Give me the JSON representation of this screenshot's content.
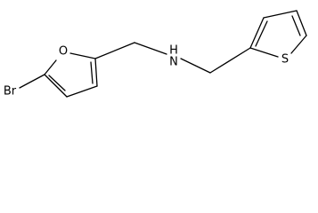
{
  "molecule": {
    "atoms": {
      "bromine": "Br",
      "furan_oxygen": "O",
      "amine": "H",
      "amine_nitrogen": "N",
      "thiophene_sulfur": "S"
    },
    "bond_color": "#000000",
    "background": "#ffffff"
  }
}
